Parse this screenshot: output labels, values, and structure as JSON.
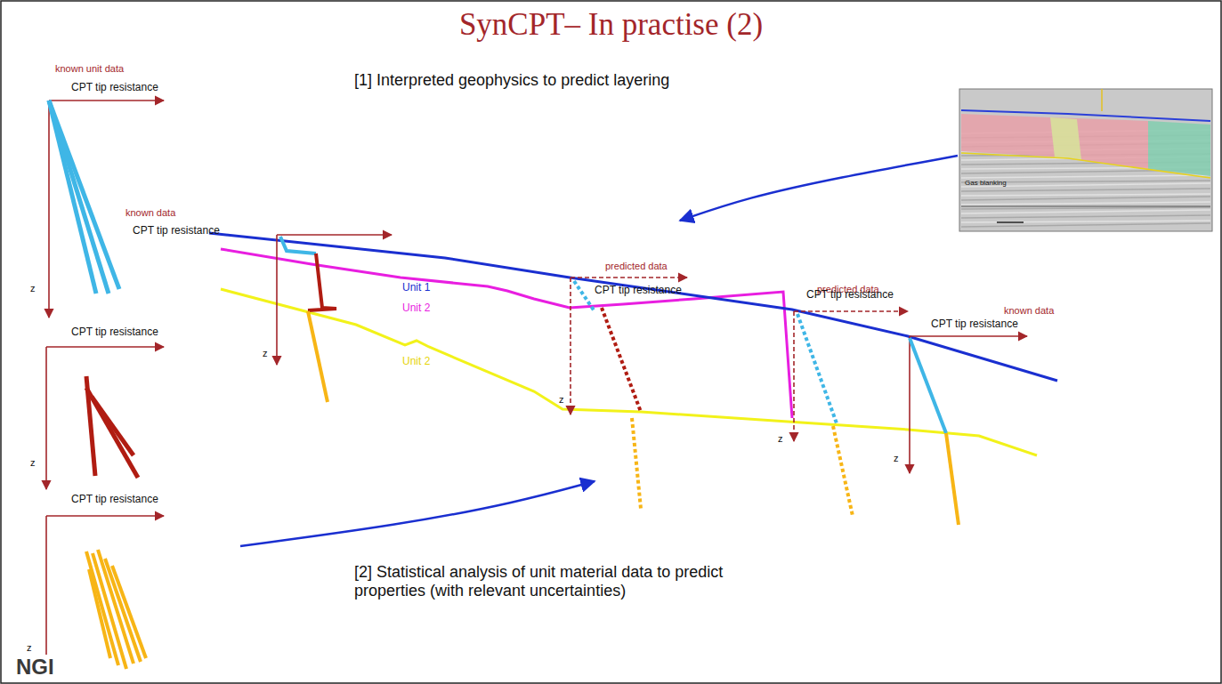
{
  "diagram": {
    "title": "SynCPT– In practise (2)",
    "labels": [
      "known unit data",
      "CPT tip resistance",
      "[1] Interpreted geophysics to predict layering",
      "known data",
      "CPT tip resistance",
      "predicted data",
      "CPT tip resistance",
      "predicted data",
      "CPT tip resistance",
      "known data",
      "CPT tip resistance",
      "Unit 1",
      "Unit 2",
      "z",
      "CPT tip resistance",
      "Unit 2",
      "z",
      "z",
      "z",
      "z",
      "z",
      "CPT tip resistance",
      "[2] Statistical analysis of unit material data to predict properties (with relevant uncertainties)",
      "z",
      "Gas blanking",
      "NGI"
    ]
  }
}
